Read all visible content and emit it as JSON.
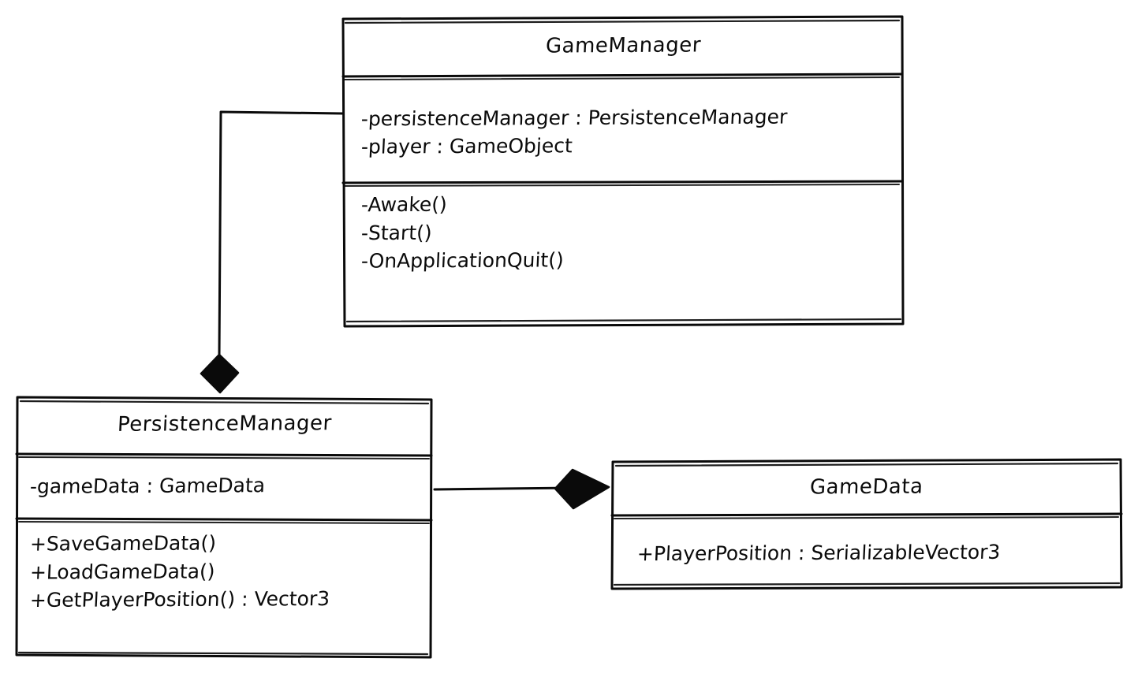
{
  "diagram": {
    "type": "uml-class-diagram",
    "title": "",
    "background_color": "#ffffff",
    "stroke_color": "#0a0a0a",
    "style": "hand-drawn-sketch"
  },
  "classes": [
    {
      "id": "game-manager",
      "name": "GameManager",
      "attributes": [
        "-persistenceManager : PersistenceManager",
        "-player : GameObject"
      ],
      "methods": [
        "-Awake()",
        "-Start()",
        "-OnApplicationQuit()"
      ]
    },
    {
      "id": "persistence-manager",
      "name": "PersistenceManager",
      "attributes": [
        "-gameData : GameData"
      ],
      "methods": [
        "+SaveGameData()",
        "+LoadGameData()",
        "+GetPlayerPosition() : Vector3"
      ]
    },
    {
      "id": "game-data",
      "name": "GameData",
      "attributes": [
        "+PlayerPosition : SerializableVector3"
      ],
      "methods": []
    }
  ],
  "relationships": [
    {
      "id": "gamemanager-owns-persistencemanager",
      "type": "composition",
      "source": "GameManager",
      "target": "PersistenceManager",
      "marker": "filled-diamond",
      "marker_at": "target"
    },
    {
      "id": "persistencemanager-owns-gamedata",
      "type": "composition",
      "source": "PersistenceManager",
      "target": "GameData",
      "marker": "filled-diamond",
      "marker_at": "target"
    }
  ]
}
